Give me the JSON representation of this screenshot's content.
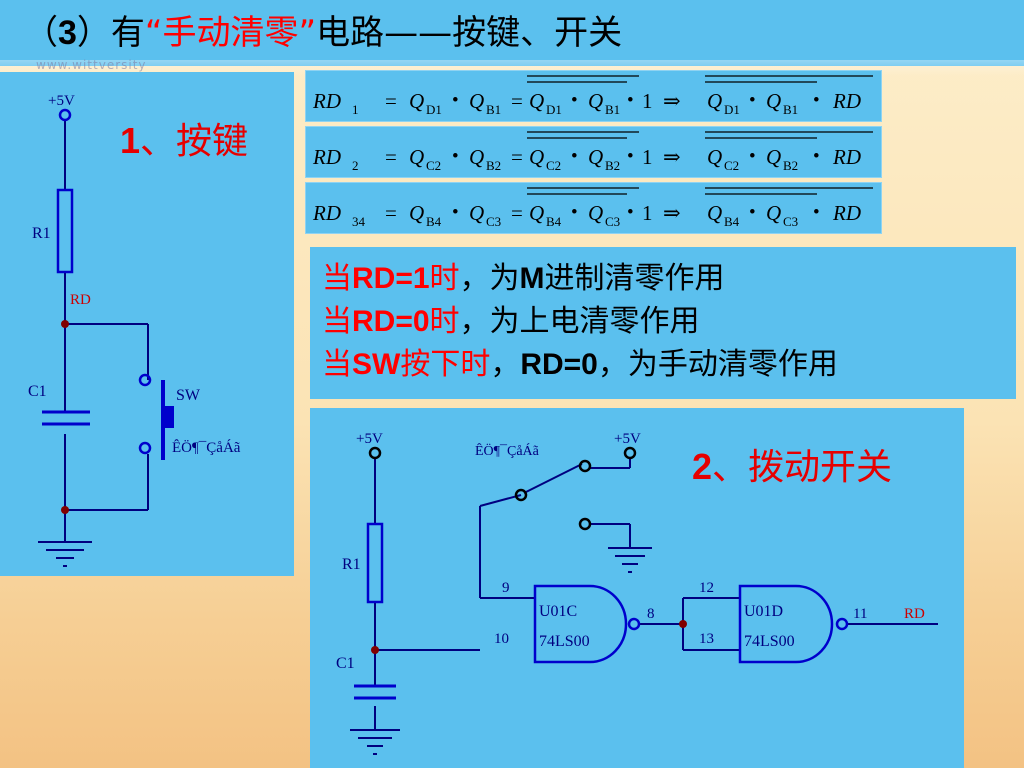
{
  "title": {
    "part1": "（",
    "num": "3",
    "part2": "）有",
    "quoted": "“手动清零”",
    "part3": "电路——按键、开关"
  },
  "background_watermark": "www.wittversity",
  "section1": {
    "label_num": "1",
    "label_text": "、按键",
    "vcc": "+5V",
    "r1": "R1",
    "rd": "RD",
    "c1": "C1",
    "sw": "SW",
    "sw_sub": "ÊÖ¶¯ÇåÁã"
  },
  "equations": [
    {
      "lhs": "RD",
      "lhs_sub": "1",
      "a": "Q",
      "a_sub": "D1",
      "b": "Q",
      "b_sub": "B1"
    },
    {
      "lhs": "RD",
      "lhs_sub": "2",
      "a": "Q",
      "a_sub": "C2",
      "b": "Q",
      "b_sub": "B2"
    },
    {
      "lhs": "RD",
      "lhs_sub": "34",
      "a": "Q",
      "a_sub": "B4",
      "b": "Q",
      "b_sub": "C3"
    }
  ],
  "equation_common": {
    "one": "1",
    "implies": "⇒",
    "rd": "RD",
    "eq": "=",
    "dot": "•"
  },
  "notes": [
    {
      "red_prefix": "当",
      "bold": "RD=1",
      "red_suffix": "时",
      "rest": "，为",
      "bold2": "M",
      "rest2": "进制清零作用"
    },
    {
      "red_prefix": "当",
      "bold": "RD=0",
      "red_suffix": "时",
      "rest": "，为上电清零作用",
      "bold2": "",
      "rest2": ""
    },
    {
      "red_prefix": "当",
      "bold": "SW",
      "red_suffix": "按下时",
      "rest": "，",
      "bold2": "RD=0",
      "rest2": "，为手动清零作用"
    }
  ],
  "section2": {
    "label_num": "2",
    "label_text": "、拨动开关",
    "vcc_left": "+5V",
    "vcc_right": "+5V",
    "switch_label": "ÊÖ¶¯ÇåÁã",
    "r1": "R1",
    "c1": "C1",
    "gate1": {
      "name": "U01C",
      "part": "74LS00",
      "pin_a": "9",
      "pin_b": "10",
      "pin_out": "8"
    },
    "gate2": {
      "name": "U01D",
      "part": "74LS00",
      "pin_a": "12",
      "pin_b": "13",
      "pin_out": "11"
    },
    "out_label": "RD"
  },
  "colors": {
    "panel": "#5bc0ee",
    "wire": "#000080",
    "component": "#0000cc",
    "accent_red": "#ff0000",
    "junction": "#800000"
  }
}
